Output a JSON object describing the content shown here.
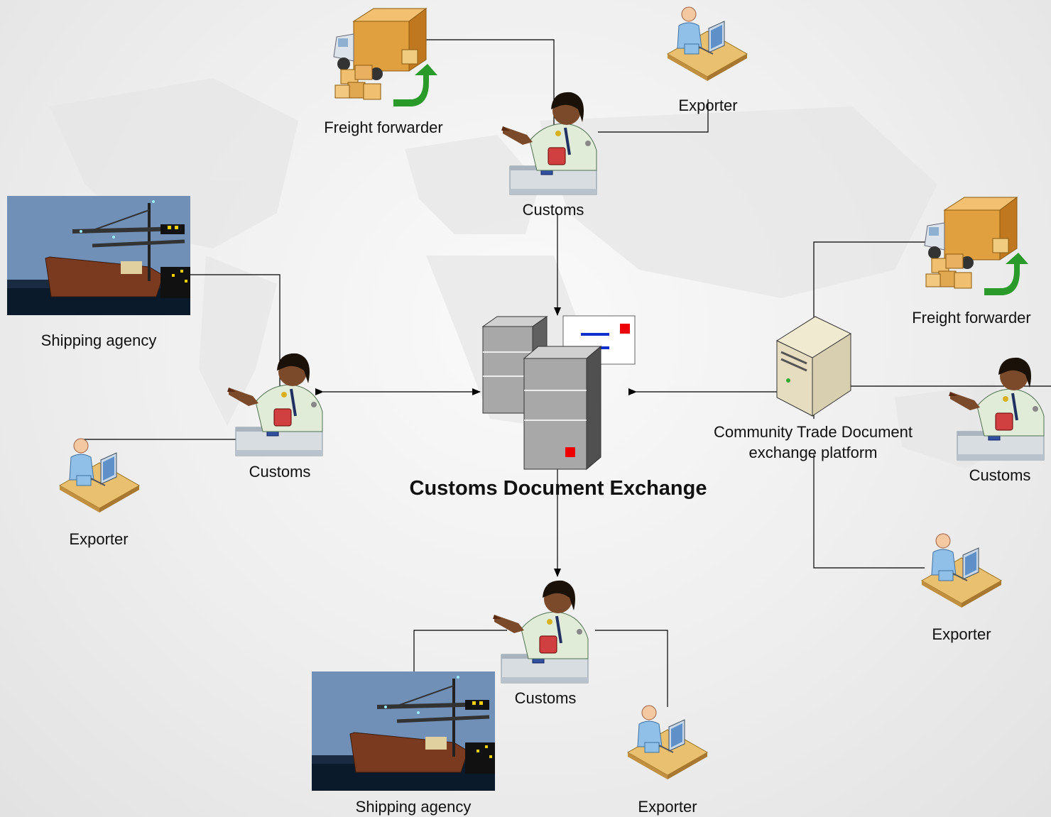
{
  "labels": {
    "freight_forwarder_top": "Freight forwarder",
    "exporter_top": "Exporter",
    "customs_top": "Customs",
    "shipping_agency_left": "Shipping agency",
    "customs_left": "Customs",
    "exporter_left": "Exporter",
    "central_title": "Customs Document Exchange",
    "community_platform": "Community Trade Document exchange platform",
    "freight_forwarder_right": "Freight forwarder",
    "customs_right": "Customs",
    "exporter_right": "Exporter",
    "customs_bottom": "Customs",
    "shipping_agency_bottom": "Shipping agency",
    "exporter_bottom": "Exporter"
  },
  "colors": {
    "connector": "#000000",
    "server_gray": "#9a9a9a",
    "accent_red": "#ee0000",
    "accent_blue": "#1030cc",
    "truck_cargo": "#e0a040",
    "arrow_green": "#2a9a2a",
    "desk_tan": "#e8c070",
    "ship_sky": "#7090b8"
  }
}
